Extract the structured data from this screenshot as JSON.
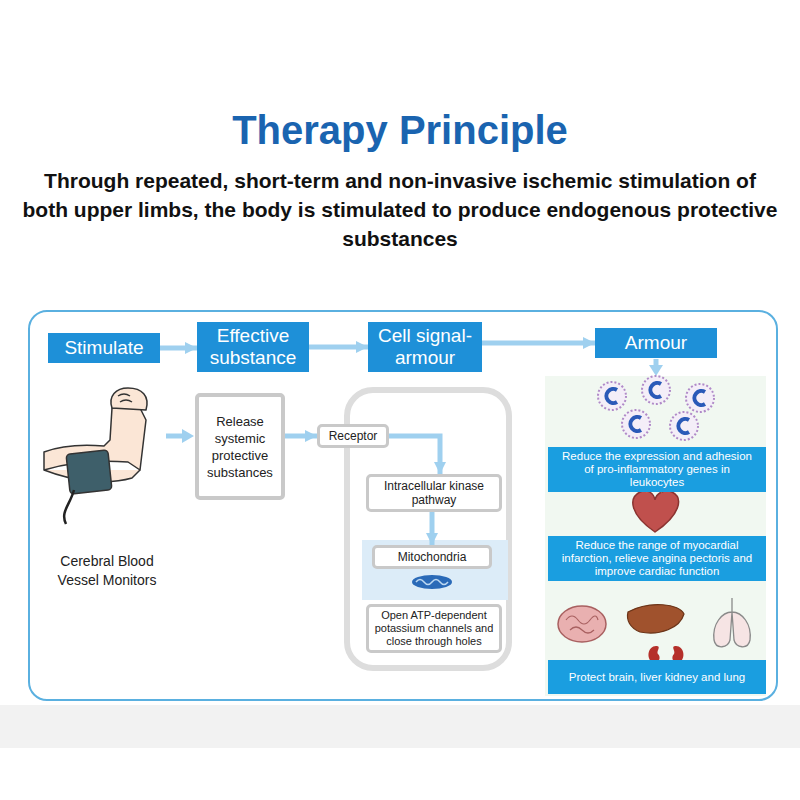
{
  "diagram": {
    "title": "Therapy Principle",
    "nodes": [
      {
        "text": [
          "Stimulate"
        ]
      },
      {
        "text": [
          "Effective substance"
        ]
      },
      {
        "text": [
          "Cell signal-armour"
        ]
      },
      {
        "text": [
          "Armour"
        ]
      },
      {
        "text": [
          "Release systemic protective substances"
        ]
      },
      {
        "text": [
          "Receptor"
        ]
      },
      {
        "text": [
          "Intracellular kinase pathway"
        ]
      },
      {
        "text": [
          "Mitochondria"
        ]
      },
      {
        "text": [
          "Open ATP-dependent potassium channels and close through holes"
        ]
      },
      {
        "text": [
          "Reduce the expression and adhesion of pro-inflammatory genes in leukocytes"
        ]
      },
      {
        "text": [
          "Reduce the range of myocardial infarction, relieve angina pectoris and improve cardiac function"
        ]
      },
      {
        "text": [
          "Protect brain, liver kidney and lung"
        ]
      }
    ],
    "edges": [
      {
        "from": 0,
        "to": 1,
        "arrow": "to"
      },
      {
        "from": 1,
        "to": 2,
        "arrow": "to"
      },
      {
        "from": 2,
        "to": 3,
        "arrow": "to"
      },
      {
        "from": 4,
        "to": 5,
        "arrow": "to"
      },
      {
        "from": 5,
        "to": 6,
        "arrow": "to"
      },
      {
        "from": 6,
        "to": 7,
        "arrow": "to"
      }
    ],
    "labels": [
      "Through repeated, short-term and non-invasive ischemic stimulation of both upper limbs, the body is stimulated to produce endogenous protective substances",
      "Cerebral Blood Vessel Monitors"
    ]
  }
}
